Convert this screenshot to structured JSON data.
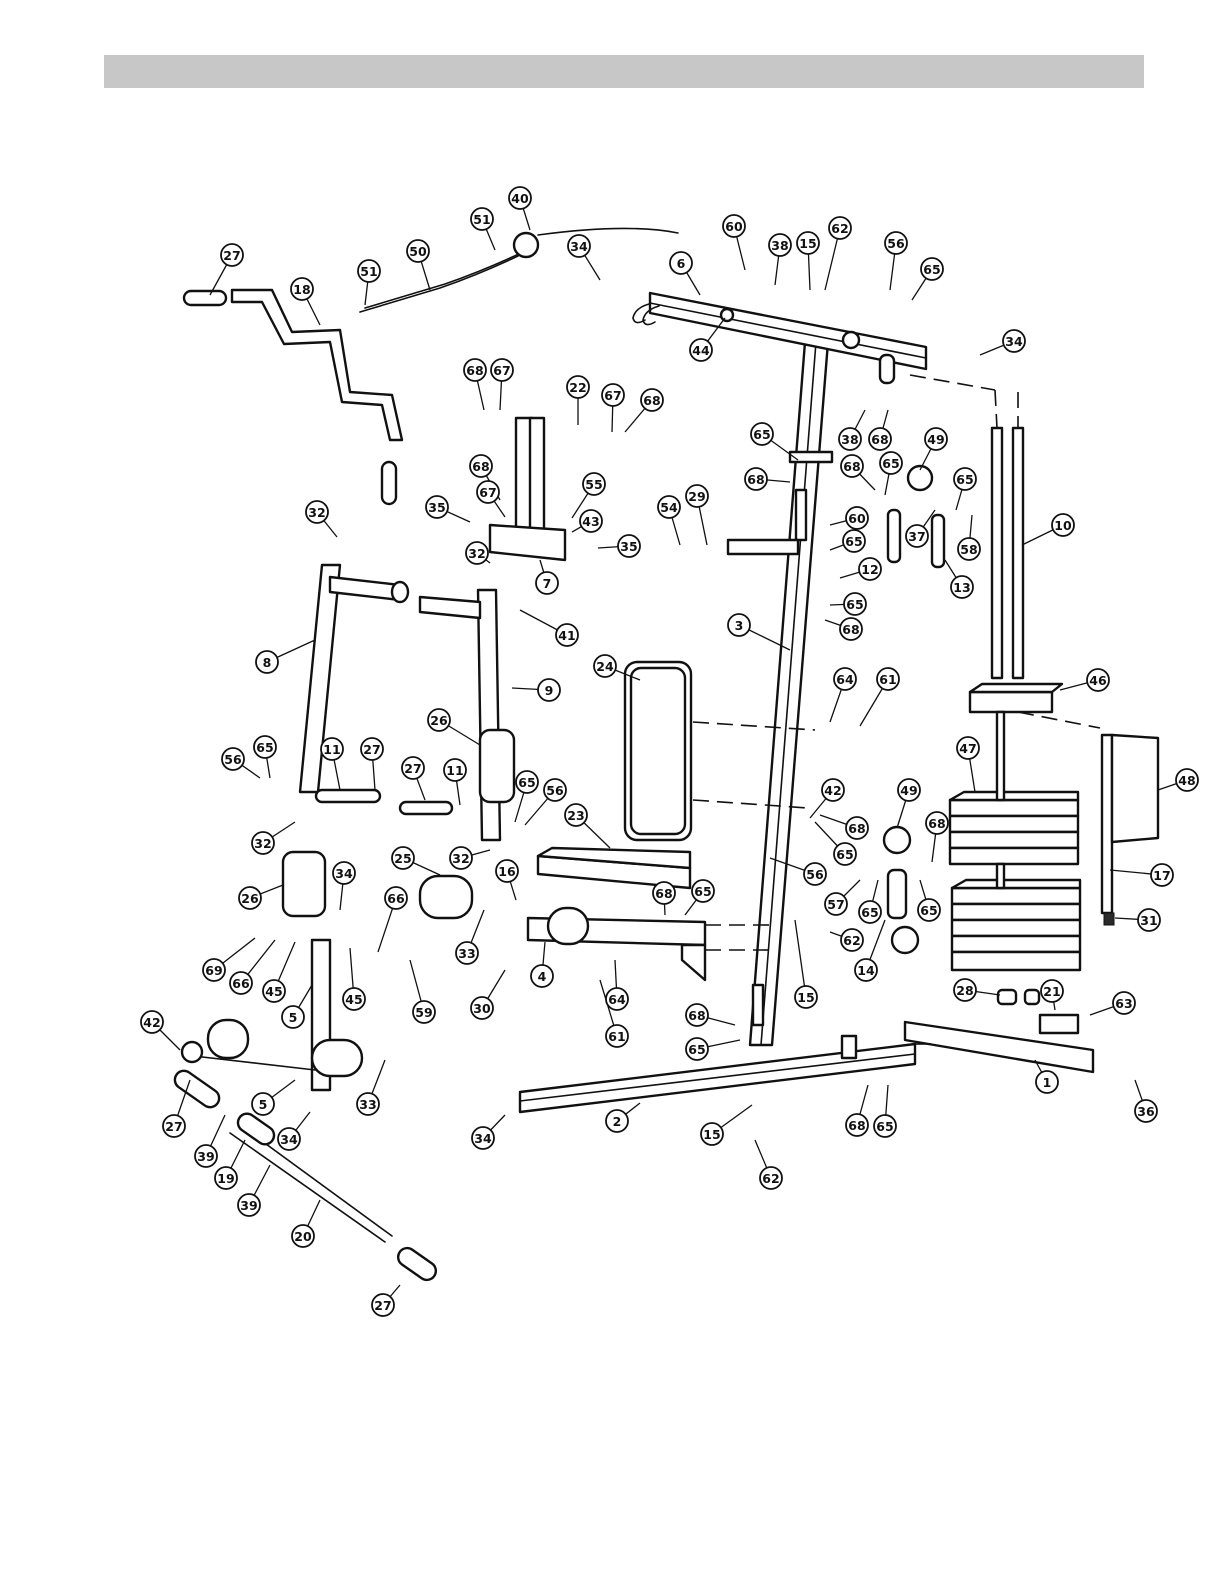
{
  "header": {
    "title": ""
  },
  "colors": {
    "header_bar": "#c7c7c7",
    "ink": "#111111",
    "paper": "#ffffff"
  },
  "part_labels": [
    {
      "label": "27"
    },
    {
      "label": "18"
    },
    {
      "label": "51"
    },
    {
      "label": "50"
    },
    {
      "label": "51"
    },
    {
      "label": "40"
    },
    {
      "label": "34"
    },
    {
      "label": "6"
    },
    {
      "label": "60"
    },
    {
      "label": "38"
    },
    {
      "label": "15"
    },
    {
      "label": "62"
    },
    {
      "label": "56"
    },
    {
      "label": "65"
    },
    {
      "label": "34"
    },
    {
      "label": "44"
    },
    {
      "label": "68"
    },
    {
      "label": "67"
    },
    {
      "label": "22"
    },
    {
      "label": "67"
    },
    {
      "label": "68"
    },
    {
      "label": "38"
    },
    {
      "label": "68"
    },
    {
      "label": "65"
    },
    {
      "label": "68"
    },
    {
      "label": "49"
    },
    {
      "label": "68"
    },
    {
      "label": "65"
    },
    {
      "label": "65"
    },
    {
      "label": "68"
    },
    {
      "label": "67"
    },
    {
      "label": "55"
    },
    {
      "label": "32"
    },
    {
      "label": "35"
    },
    {
      "label": "43"
    },
    {
      "label": "35"
    },
    {
      "label": "54"
    },
    {
      "label": "29"
    },
    {
      "label": "60"
    },
    {
      "label": "37"
    },
    {
      "label": "58"
    },
    {
      "label": "10"
    },
    {
      "label": "65"
    },
    {
      "label": "32"
    },
    {
      "label": "7"
    },
    {
      "label": "12"
    },
    {
      "label": "13"
    },
    {
      "label": "65"
    },
    {
      "label": "68"
    },
    {
      "label": "41"
    },
    {
      "label": "3"
    },
    {
      "label": "8"
    },
    {
      "label": "24"
    },
    {
      "label": "9"
    },
    {
      "label": "64"
    },
    {
      "label": "61"
    },
    {
      "label": "46"
    },
    {
      "label": "26"
    },
    {
      "label": "48"
    },
    {
      "label": "56"
    },
    {
      "label": "65"
    },
    {
      "label": "11"
    },
    {
      "label": "27"
    },
    {
      "label": "27"
    },
    {
      "label": "11"
    },
    {
      "label": "65"
    },
    {
      "label": "56"
    },
    {
      "label": "47"
    },
    {
      "label": "42"
    },
    {
      "label": "49"
    },
    {
      "label": "68"
    },
    {
      "label": "68"
    },
    {
      "label": "32"
    },
    {
      "label": "23"
    },
    {
      "label": "32"
    },
    {
      "label": "65"
    },
    {
      "label": "56"
    },
    {
      "label": "17"
    },
    {
      "label": "26"
    },
    {
      "label": "34"
    },
    {
      "label": "25"
    },
    {
      "label": "16"
    },
    {
      "label": "68"
    },
    {
      "label": "65"
    },
    {
      "label": "57"
    },
    {
      "label": "65"
    },
    {
      "label": "65"
    },
    {
      "label": "66"
    },
    {
      "label": "31"
    },
    {
      "label": "33"
    },
    {
      "label": "62"
    },
    {
      "label": "69"
    },
    {
      "label": "66"
    },
    {
      "label": "45"
    },
    {
      "label": "45"
    },
    {
      "label": "4"
    },
    {
      "label": "14"
    },
    {
      "label": "59"
    },
    {
      "label": "30"
    },
    {
      "label": "64"
    },
    {
      "label": "15"
    },
    {
      "label": "28"
    },
    {
      "label": "21"
    },
    {
      "label": "63"
    },
    {
      "label": "5"
    },
    {
      "label": "61"
    },
    {
      "label": "68"
    },
    {
      "label": "42"
    },
    {
      "label": "65"
    },
    {
      "label": "1"
    },
    {
      "label": "33"
    },
    {
      "label": "5"
    },
    {
      "label": "36"
    },
    {
      "label": "27"
    },
    {
      "label": "34"
    },
    {
      "label": "2"
    },
    {
      "label": "34"
    },
    {
      "label": "15"
    },
    {
      "label": "68"
    },
    {
      "label": "65"
    },
    {
      "label": "39"
    },
    {
      "label": "19"
    },
    {
      "label": "62"
    },
    {
      "label": "39"
    },
    {
      "label": "20"
    },
    {
      "label": "27"
    }
  ]
}
